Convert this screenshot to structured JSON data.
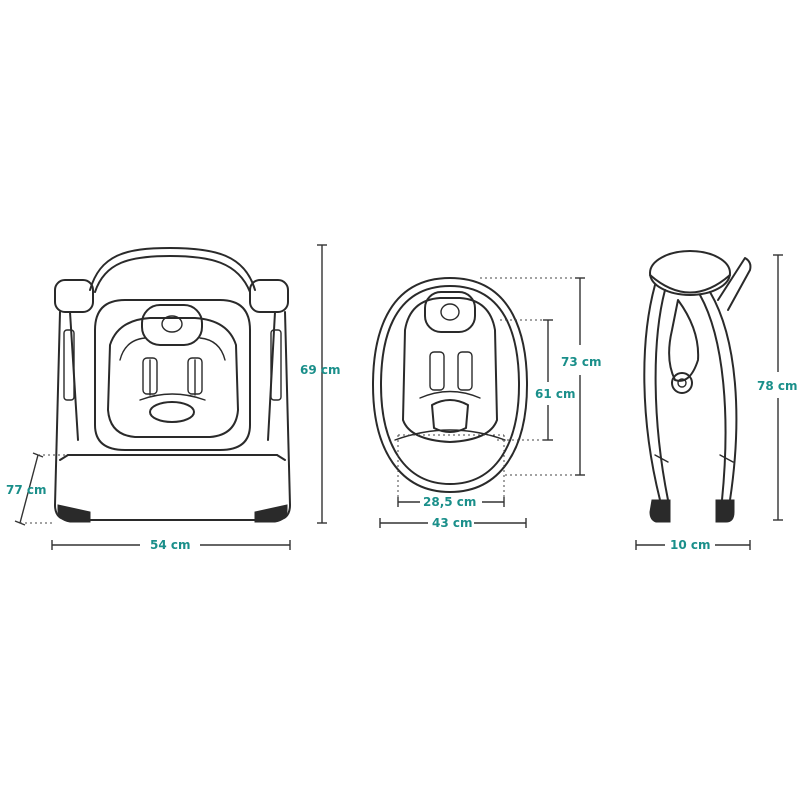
{
  "colors": {
    "label": "#1a8f8a",
    "line": "#2a2a2a"
  },
  "dimensions": {
    "front_height": "69 cm",
    "front_seat_height": "77 cm",
    "front_width": "54 cm",
    "seat_outer_height": "73 cm",
    "seat_inner_height": "61 cm",
    "seat_inner_width": "28,5 cm",
    "seat_outer_width": "43 cm",
    "side_height": "78 cm",
    "side_width": "10 cm"
  }
}
